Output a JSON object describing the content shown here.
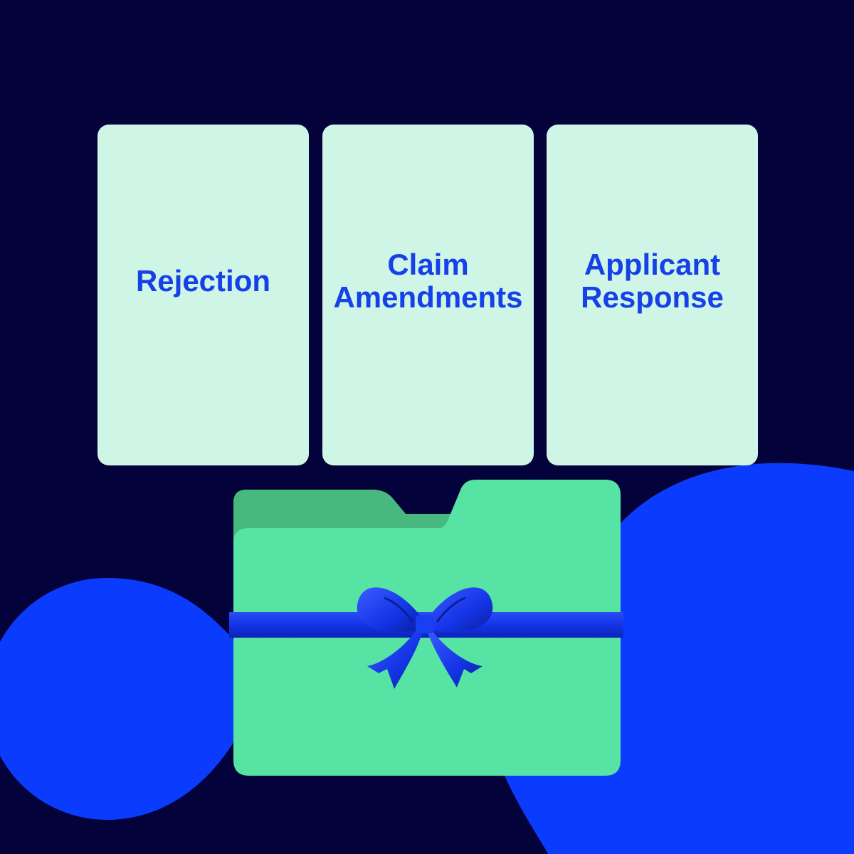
{
  "colors": {
    "background": "#03023a",
    "card_fill": "#cff5e6",
    "card_text": "#1640e8",
    "blob": "#0b3bfc",
    "folder_front": "#56e3a3",
    "folder_back": "#47b97e",
    "ribbon": "#1434e6"
  },
  "cards": [
    {
      "label": "Rejection"
    },
    {
      "label": "Claim\nAmendments"
    },
    {
      "label": "Applicant\nResponse"
    }
  ],
  "icons": {
    "folder": "folder-icon",
    "bow": "gift-bow-icon"
  }
}
